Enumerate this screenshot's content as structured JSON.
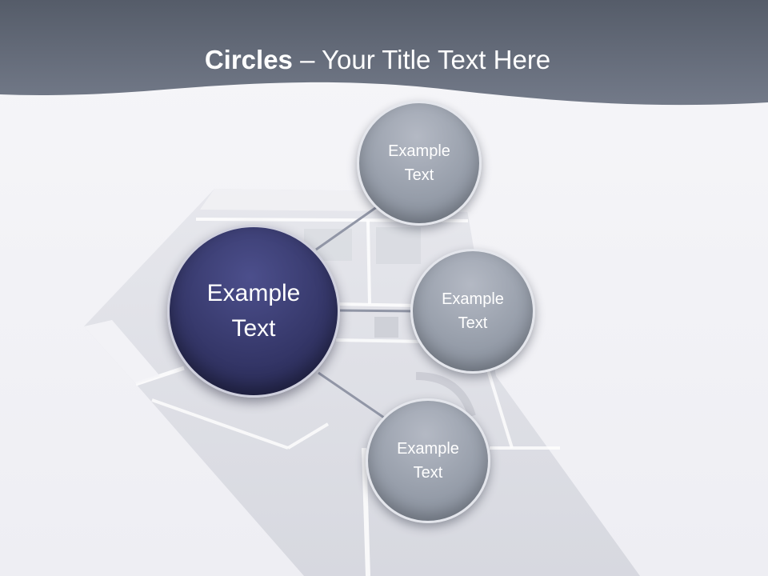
{
  "slide": {
    "title_bold": "Circles",
    "title_rest": " – Your Title Text Here"
  },
  "diagram": {
    "center": {
      "line1": "Example",
      "line2": "Text"
    },
    "nodes": [
      {
        "line1": "Example",
        "line2": "Text"
      },
      {
        "line1": "Example",
        "line2": "Text"
      },
      {
        "line1": "Example",
        "line2": "Text"
      }
    ]
  },
  "colors": {
    "header": "#5f6674",
    "center_circle": "#353769",
    "node_circle": "#9aa1ad",
    "connector": "#9196a6",
    "text": "#ffffff"
  }
}
